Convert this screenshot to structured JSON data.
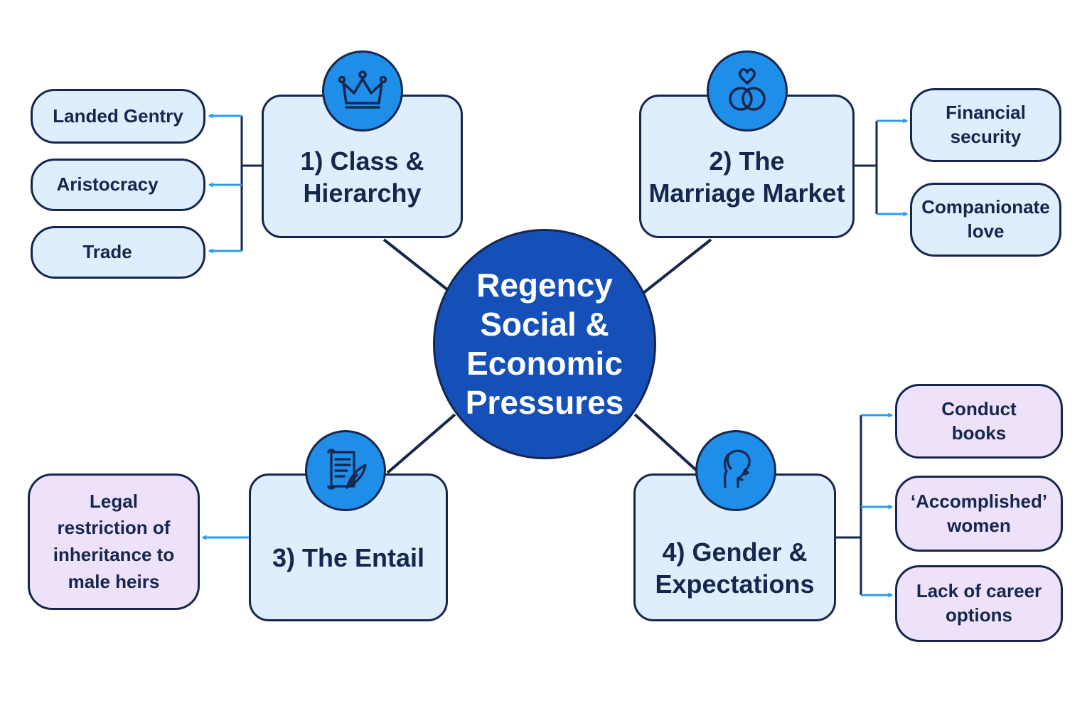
{
  "center": {
    "title": "Regency\nSocial &\nEconomic\nPressures"
  },
  "branches": {
    "class": {
      "title": "1) Class &\nHierarchy",
      "icon": "crown-icon",
      "items": [
        "Landed Gentry",
        "Aristocracy",
        "Trade"
      ]
    },
    "marriage": {
      "title": "2) The\nMarriage Market",
      "icon": "rings-heart-icon",
      "items": [
        "Financial\nsecurity",
        "Companionate\nlove"
      ]
    },
    "entail": {
      "title": "3) The Entail",
      "icon": "scroll-quill-icon",
      "items": [
        "Legal\nrestriction of\ninheritance to\nmale heirs"
      ]
    },
    "gender": {
      "title": "4) Gender &\nExpectations",
      "icon": "woman-profile-icon",
      "items": [
        "Conduct\nbooks",
        "‘Accomplished’\nwomen",
        "Lack of career\noptions"
      ]
    }
  },
  "colors": {
    "center_fill": "#1450b8",
    "icon_fill": "#1e8ee8",
    "box_blue": "#deeefc",
    "box_purple": "#ede2fa",
    "outline": "#16264d",
    "arrow": "#2a9cf0"
  }
}
